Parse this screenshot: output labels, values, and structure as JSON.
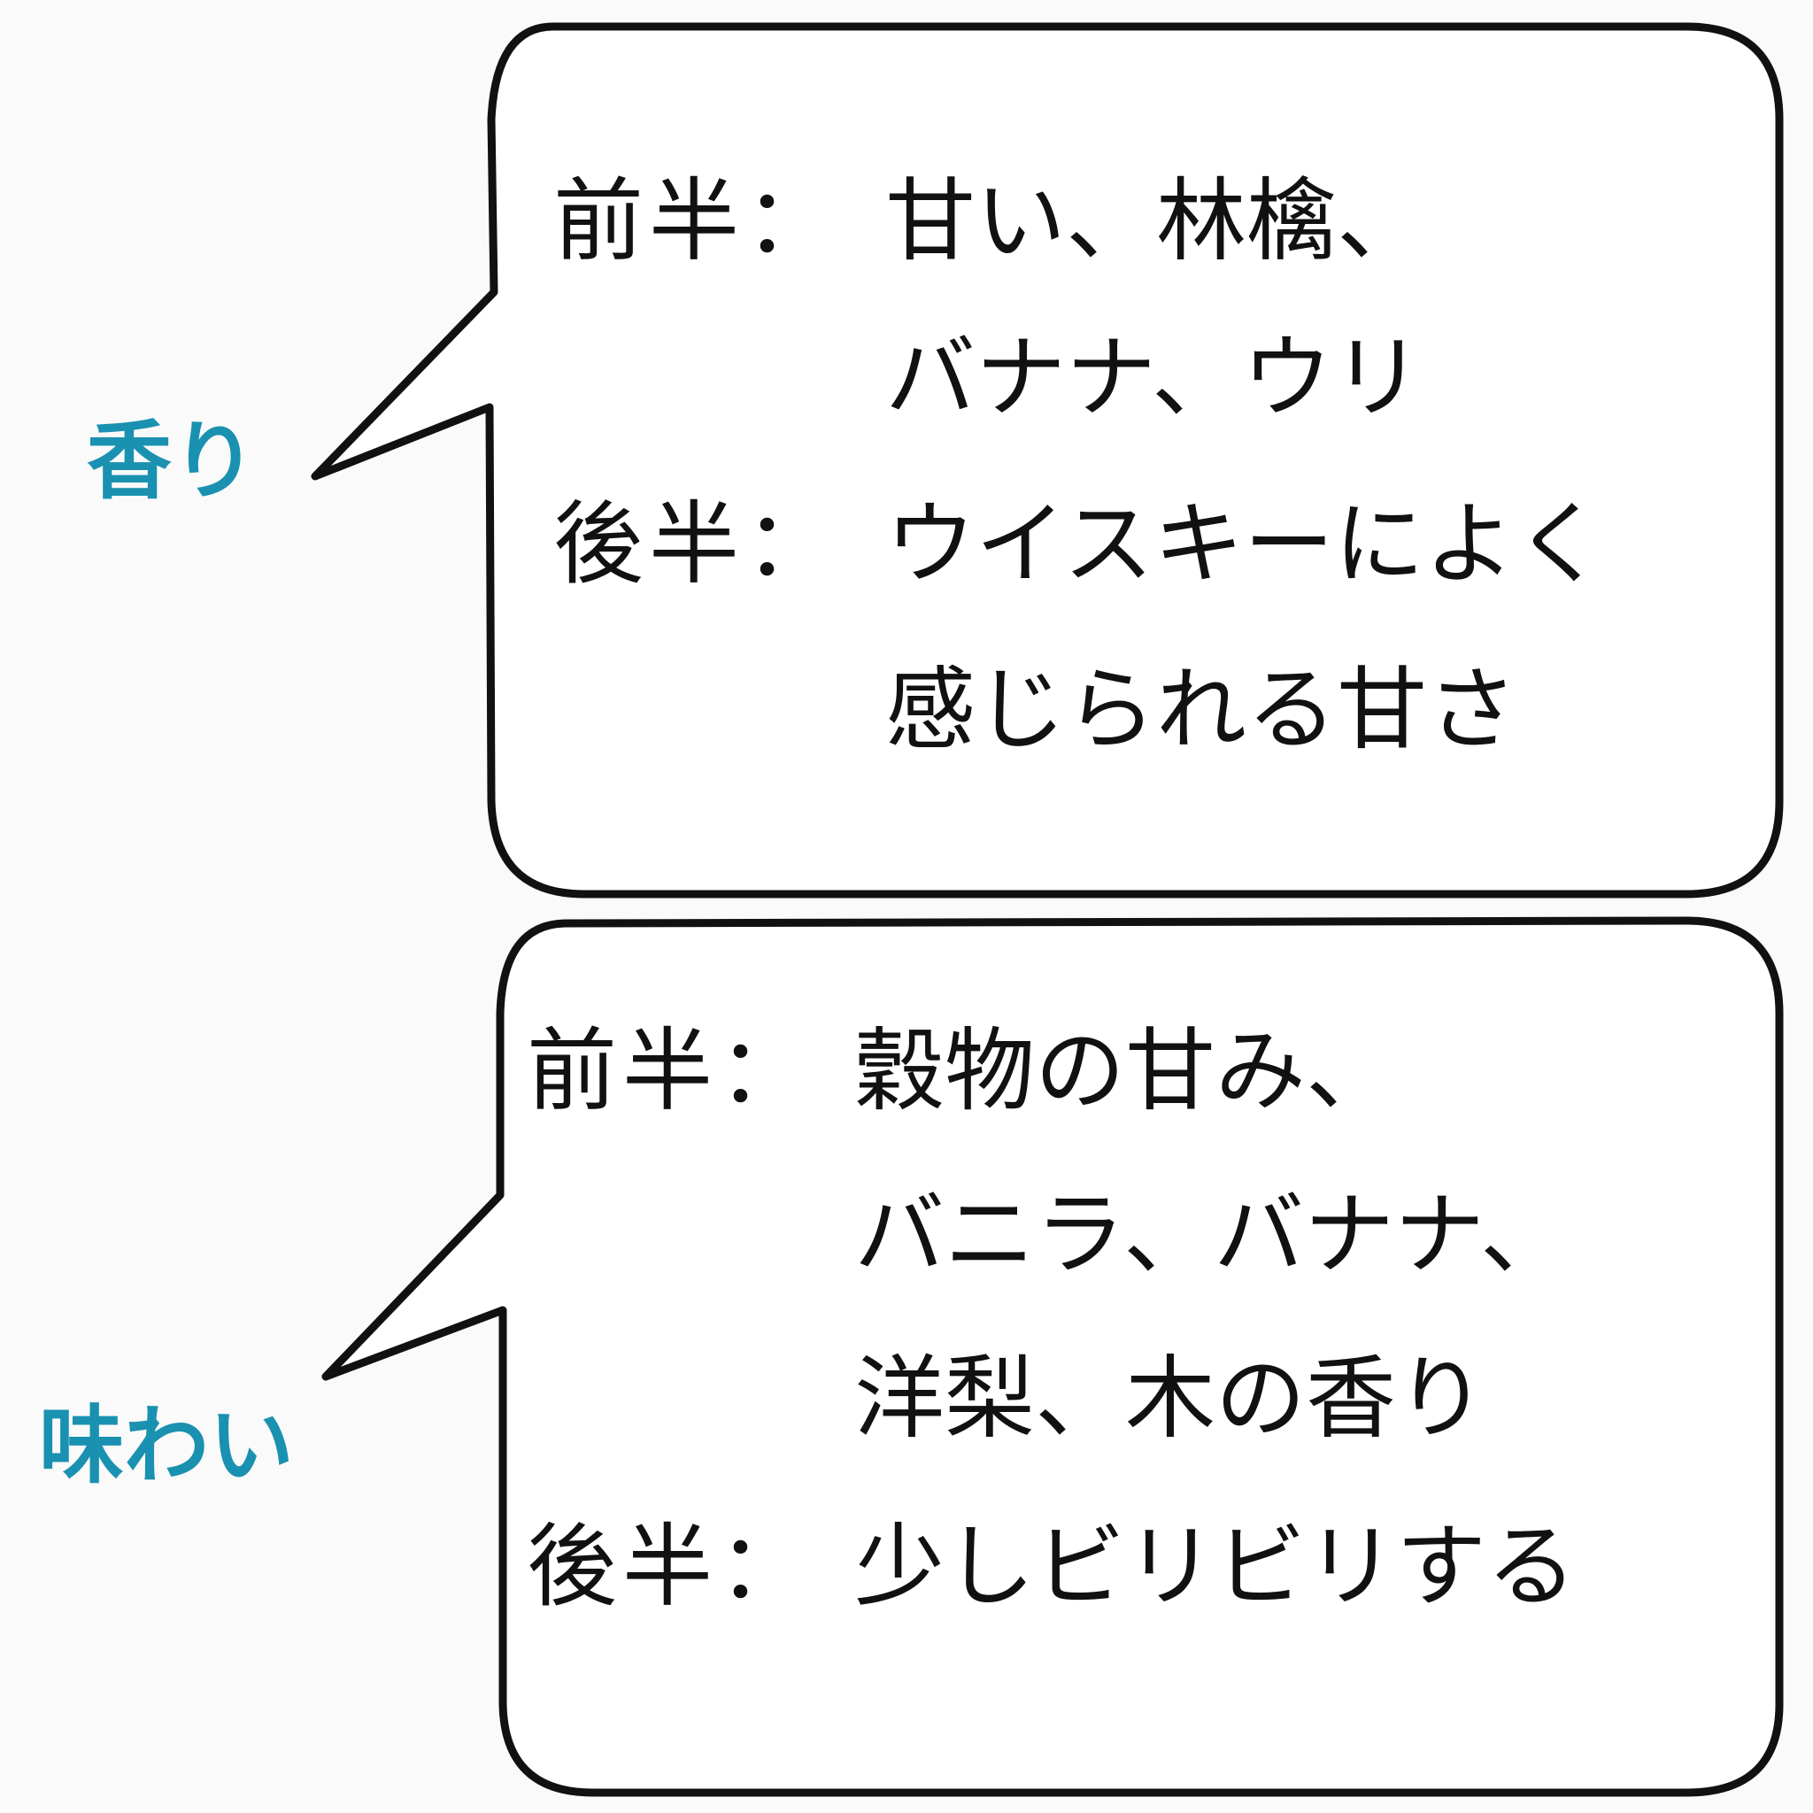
{
  "aroma": {
    "title": "香り",
    "first_half": {
      "label": "前半：",
      "lines": [
        "甘い、林檎、",
        "バナナ、ウリ"
      ]
    },
    "second_half": {
      "label": "後半：",
      "lines": [
        "ウイスキーによく",
        "感じられる甘さ"
      ]
    }
  },
  "taste": {
    "title": "味わい",
    "first_half": {
      "label": "前半：",
      "lines": [
        "穀物の甘み、",
        "バニラ、バナナ、",
        "洋梨、木の香り"
      ]
    },
    "second_half": {
      "label": "後半：",
      "lines": [
        "少しビリビリする"
      ]
    }
  },
  "colors": {
    "accent": "#1a91b0",
    "text": "#111111",
    "bubble_stroke": "#111111",
    "bubble_fill": "#ffffff",
    "background": "#fafafa"
  }
}
